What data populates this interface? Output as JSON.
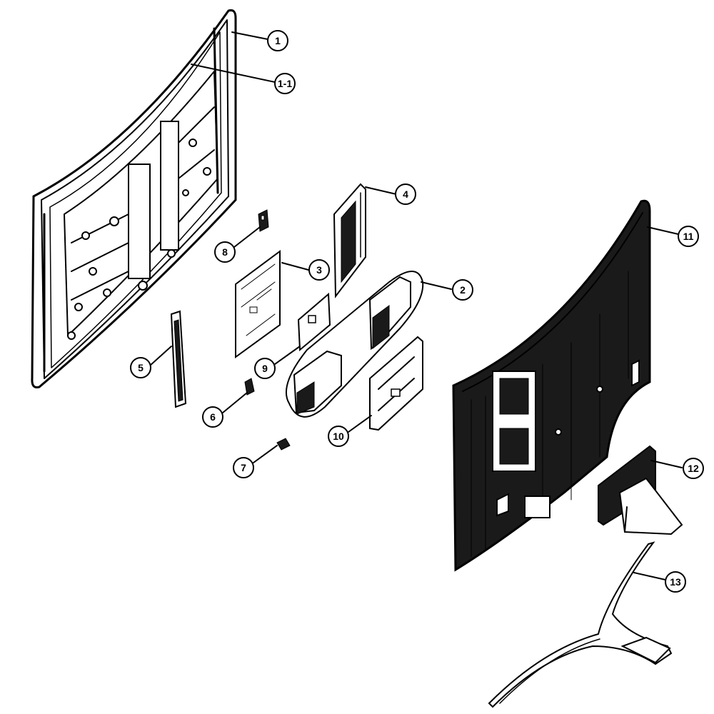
{
  "callouts": [
    {
      "id": "c1",
      "label": "1"
    },
    {
      "id": "c1-1",
      "label": "1-1"
    },
    {
      "id": "c2",
      "label": "2"
    },
    {
      "id": "c3",
      "label": "3"
    },
    {
      "id": "c4",
      "label": "4"
    },
    {
      "id": "c5",
      "label": "5"
    },
    {
      "id": "c6",
      "label": "6"
    },
    {
      "id": "c7",
      "label": "7"
    },
    {
      "id": "c8",
      "label": "8"
    },
    {
      "id": "c9",
      "label": "9"
    },
    {
      "id": "c10",
      "label": "10"
    },
    {
      "id": "c11",
      "label": "11"
    },
    {
      "id": "c12",
      "label": "12"
    },
    {
      "id": "c13",
      "label": "13"
    }
  ]
}
